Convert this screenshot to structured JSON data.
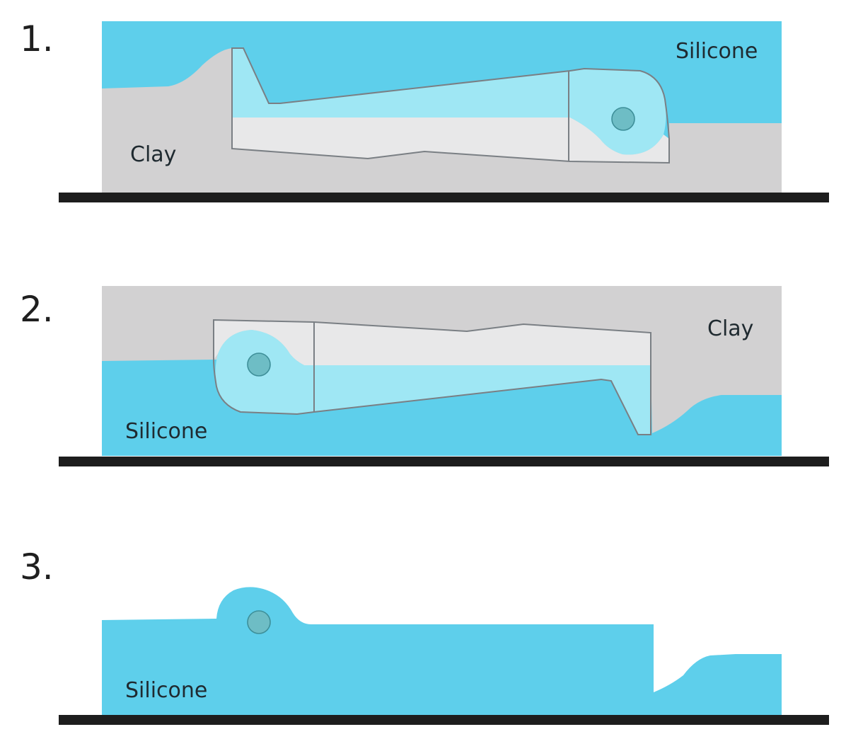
{
  "colors": {
    "silicone": "#5ecfeb",
    "clay": "#d2d1d2",
    "part_clay_side": "#e8e8e9",
    "part_silicone_side": "#9fe7f4",
    "pin": "#6ebdc5",
    "outline": "#7a7f84",
    "base": "#1d1d1d"
  },
  "steps": [
    {
      "number": "1.",
      "labels": {
        "silicone": "Silicone",
        "clay": "Clay"
      }
    },
    {
      "number": "2.",
      "labels": {
        "silicone": "Silicone",
        "clay": "Clay"
      }
    },
    {
      "number": "3.",
      "labels": {
        "silicone": "Silicone"
      }
    }
  ]
}
